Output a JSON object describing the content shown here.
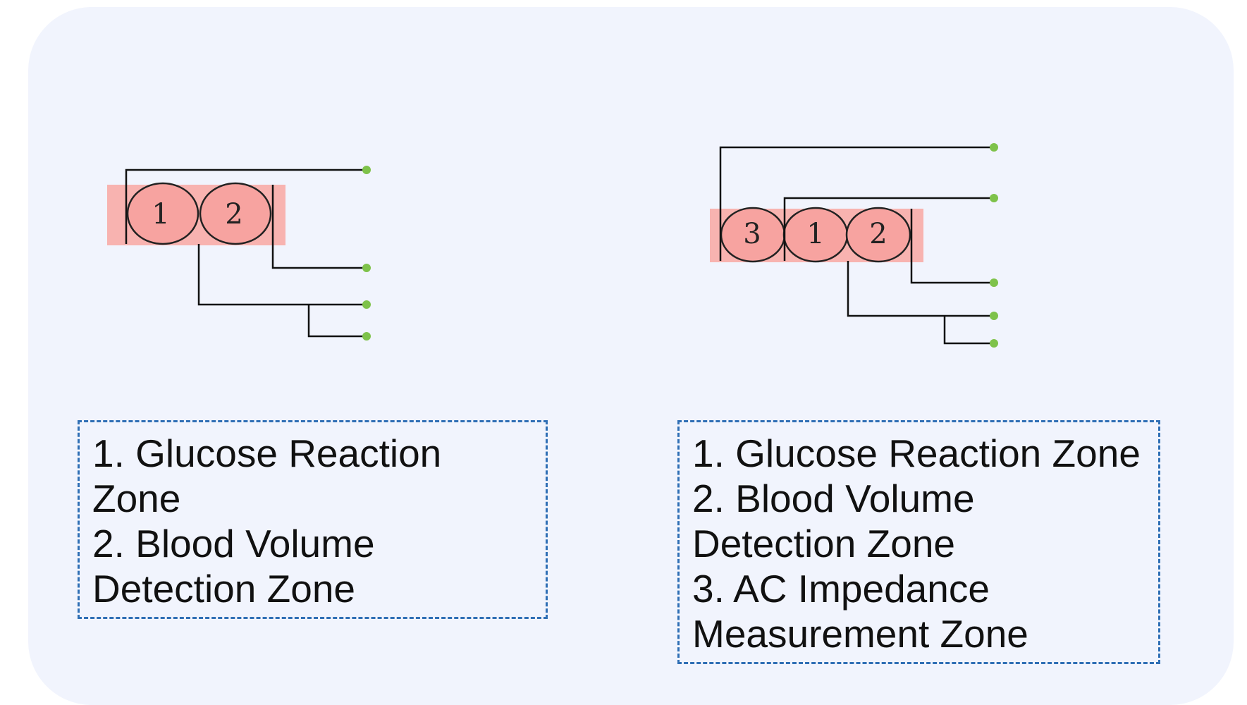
{
  "colors": {
    "background": "#f1f4fd",
    "zone_fill": "#f7a3a0",
    "zone_highlight": "#f8b3b0",
    "terminal": "#7ec24a",
    "wire": "#111111",
    "legend_border": "#2f6fb5"
  },
  "left_strip": {
    "zones": [
      "1",
      "2"
    ]
  },
  "right_strip": {
    "zones": [
      "3",
      "1",
      "2"
    ]
  },
  "left_legend": {
    "items": [
      "1. Glucose Reaction",
      "Zone",
      "2. Blood Volume",
      "Detection Zone"
    ]
  },
  "right_legend": {
    "items": [
      "1. Glucose Reaction Zone",
      "2. Blood Volume",
      "Detection Zone",
      "3. AC Impedance",
      "Measurement Zone"
    ]
  }
}
